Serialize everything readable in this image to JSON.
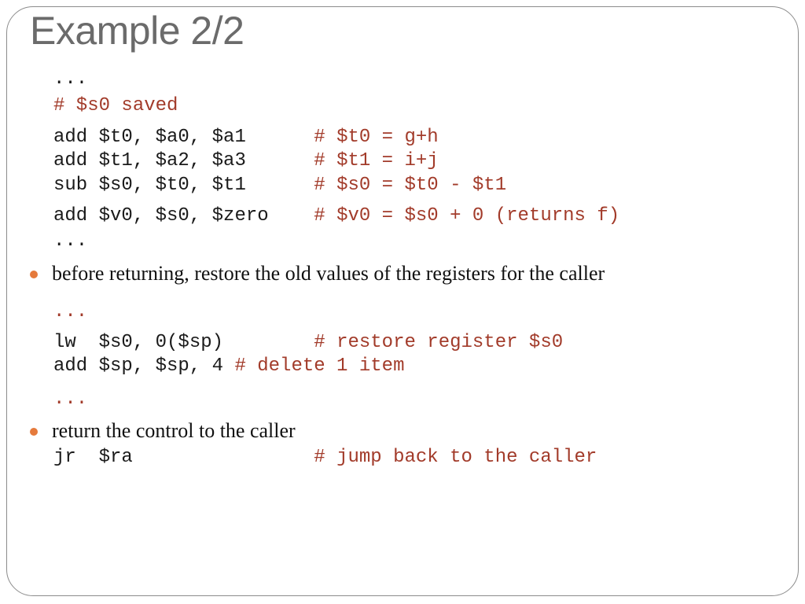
{
  "slide": {
    "title": "Example 2/2",
    "block1": {
      "ellipsis_top": "...",
      "comment_saved": "# $s0 saved",
      "lines": [
        {
          "code": "add $t0, $a0, $a1      ",
          "comment": "# $t0 = g+h"
        },
        {
          "code": "add $t1, $a2, $a3      ",
          "comment": "# $t1 = i+j"
        },
        {
          "code": "sub $s0, $t0, $t1      ",
          "comment": "# $s0 = $t0 - $t1"
        },
        {
          "code": "add $v0, $s0, $zero    ",
          "comment": "# $v0 = $s0 + 0 (returns f)"
        }
      ],
      "ellipsis_bottom": "..."
    },
    "bullet1": "before returning, restore the old values of the registers for the caller",
    "block2": {
      "ellipsis_top": "...",
      "lines": [
        {
          "code": "lw  $s0, 0($sp)        ",
          "comment": "# restore register $s0"
        },
        {
          "code": "add $sp, $sp, 4 ",
          "comment": "# delete 1 item"
        }
      ],
      "ellipsis_bottom": "..."
    },
    "bullet2": "return the control to the caller",
    "block3": {
      "lines": [
        {
          "code": "jr  $ra                ",
          "comment": "# jump back to the caller"
        }
      ]
    }
  }
}
